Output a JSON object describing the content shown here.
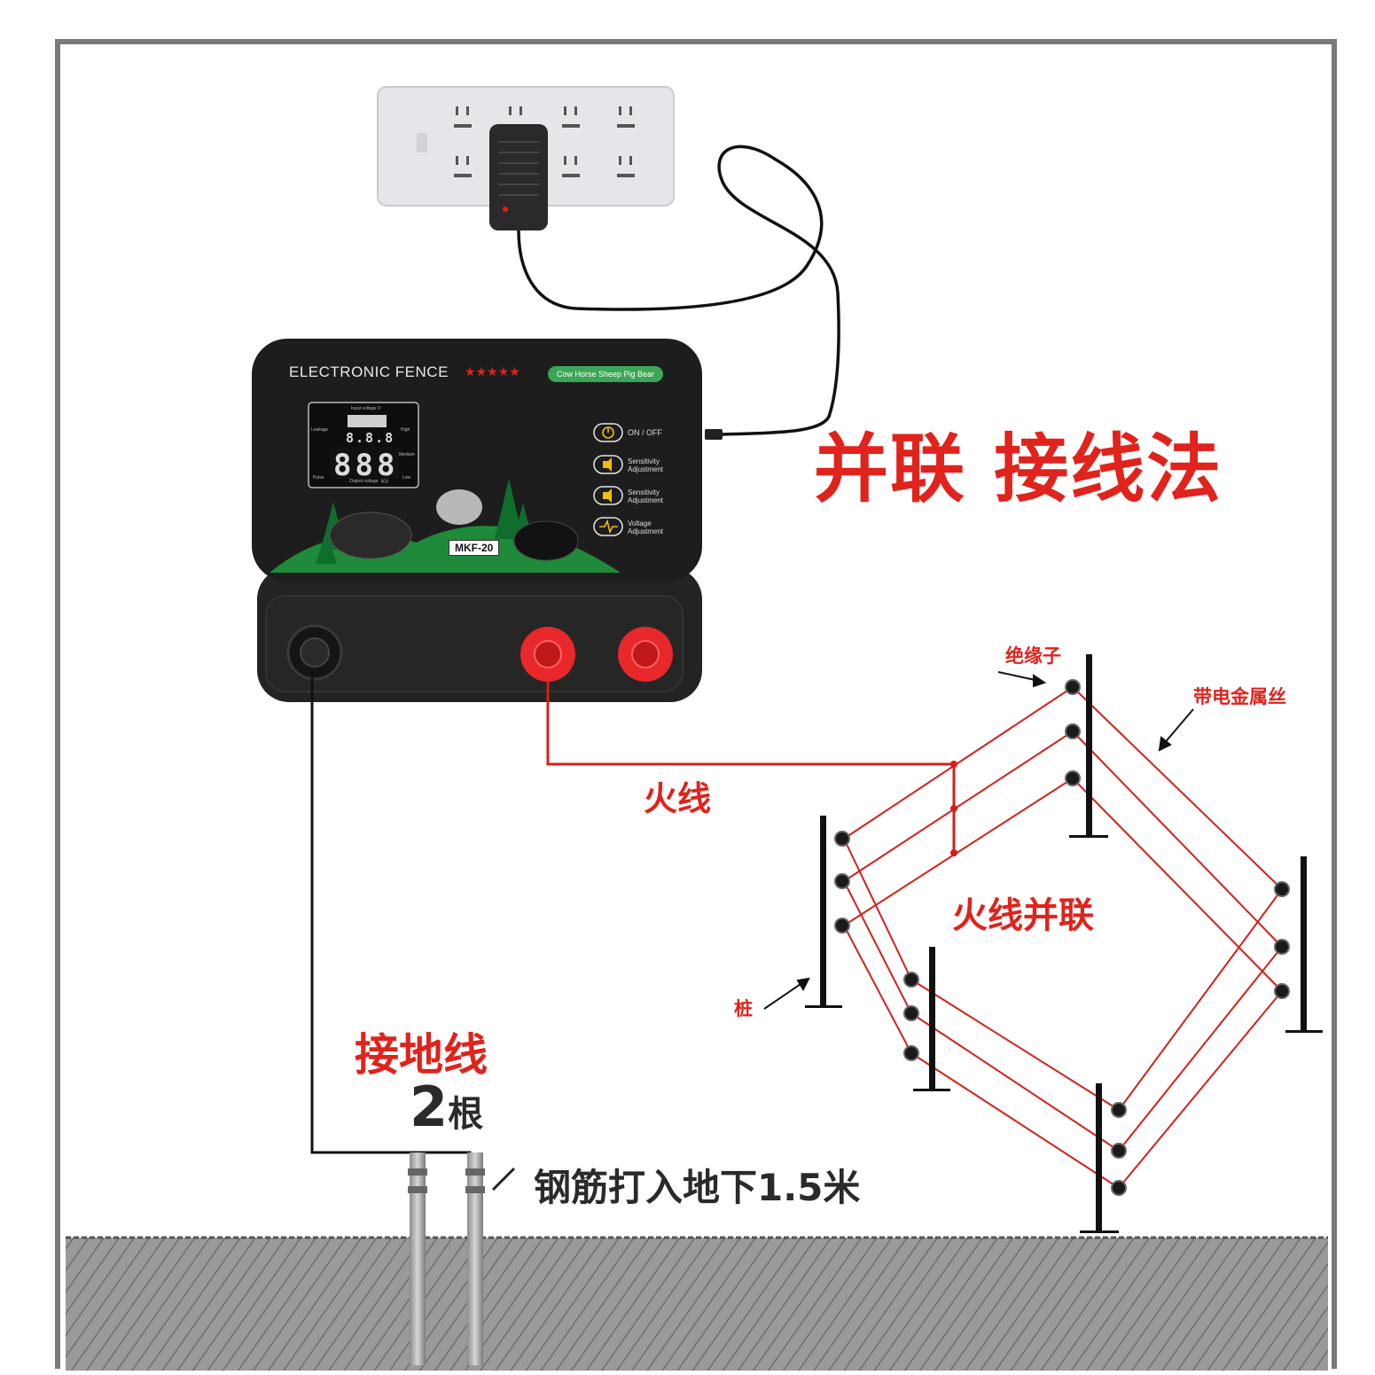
{
  "title": "并联 接线法",
  "labels": {
    "live_wire": "火线",
    "live_parallel": "火线并联",
    "ground_wire": "接地线",
    "ground_count_num": "2",
    "ground_count_unit": "根",
    "rebar_note": "钢筋打入地下1.5米",
    "insulator": "绝缘子",
    "charged_wire": "带电金属丝",
    "stake": "桩"
  },
  "device": {
    "title": "ELECTRONIC FENCE",
    "stars": "★★★★★",
    "animals": "Cow  Horse  Sheep  Pig  Bear",
    "model": "MKF-20",
    "buttons": {
      "on_off": "ON / OFF",
      "sens1": "Sensitivity\nAdjustment",
      "sens2": "Sensitivity\nAdjustment",
      "voltage": "Voltage\nAdjustment"
    },
    "display": {
      "input_label": "Input voltage  V",
      "output_label": "Output voltage",
      "unit": "KV",
      "leakage": "Leakage",
      "pulse": "Pulse",
      "high": "High",
      "medium": "Medium",
      "low": "Low",
      "top_digits": "8.8.8",
      "bottom_digits": "888"
    }
  },
  "colors": {
    "accent_red": "#e0231c",
    "frame_gray": "#7a7a7a",
    "device_black": "#1d1d1d",
    "terminal_red": "#e8282a",
    "hatch": "#8a8a8a"
  }
}
